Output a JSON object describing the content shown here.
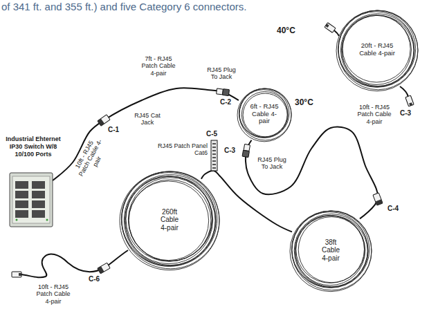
{
  "diagram": {
    "nodes": [
      {
        "text": [
          "Industrial Ehternet IP30 Switch W/8 10/100 Ports"
        ]
      },
      {
        "text": [
          "6ft - RJ45 Cable 4-pair"
        ]
      },
      {
        "text": [
          "20ft - RJ45 Cable 4-pair"
        ]
      },
      {
        "text": [
          "260ft Cable 4-pair"
        ]
      },
      {
        "text": [
          "38ft Cable 4-pair"
        ]
      }
    ],
    "edges": [
      {
        "from": 0,
        "to": 1,
        "arrow": "none"
      },
      {
        "from": 1,
        "to": 4,
        "arrow": "none"
      },
      {
        "from": 4,
        "to": 3,
        "arrow": "none"
      }
    ],
    "labels": [
      "of 341 ft. and 355 ft.) and five Category 6 connectors.",
      "7ft - RJ45 Patch Cable 4-pair",
      "RJ45 Plug To Jack",
      "C-2",
      "RJ45 Cat Jack",
      "C-1",
      "10ft - RJ45 Patch Cable 4-pair",
      "40°C",
      "C-3",
      "30°C",
      "C-3",
      "RJ45 Plug To Jack",
      "10ft - RJ45 Patch Cable 4-pair",
      "C-5",
      "RJ45 Patch Panel Cat6",
      "C-4",
      "10ft - RJ45 Patch Cable 4-pair",
      "C-6"
    ]
  }
}
